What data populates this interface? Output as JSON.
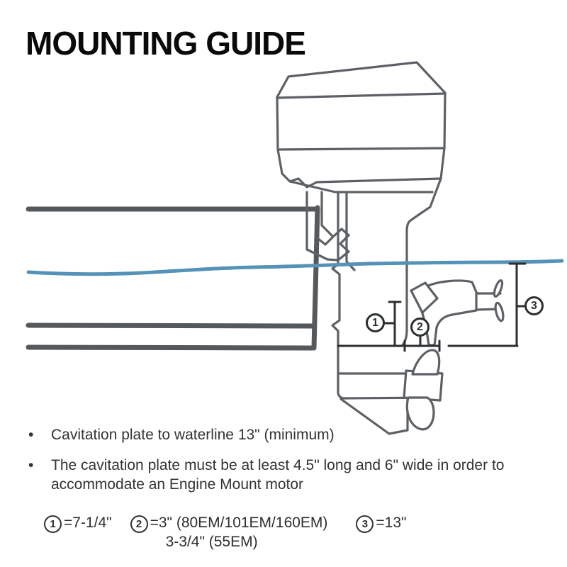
{
  "title": "MOUNTING GUIDE",
  "colors": {
    "line_art": "#5d6165",
    "hull": "#56595c",
    "waterline": "#5592b8",
    "callout": "#2c2f31",
    "title": "#0a0a0a",
    "body_text": "#333333"
  },
  "diagram": {
    "description_parts": [
      "boat-transom-hull",
      "outboard-motor",
      "waterline",
      "engine-mount-motor",
      "propeller"
    ],
    "callouts": [
      {
        "num": "1"
      },
      {
        "num": "2"
      },
      {
        "num": "3"
      }
    ]
  },
  "notes": {
    "bullet": "•",
    "items": [
      {
        "text": "Cavitation plate to waterline 13\" (minimum)"
      },
      {
        "text": "The cavitation plate must be at least 4.5\" long and 6\" wide in order to accommodate an Engine Mount motor"
      }
    ]
  },
  "legend": {
    "items": [
      {
        "num": "1",
        "value": "=7-1/4\"",
        "value2": ""
      },
      {
        "num": "2",
        "value": "=3\" (80EM/101EM/160EM)",
        "value2": "3-3/4\" (55EM)"
      },
      {
        "num": "3",
        "value": "=13\"",
        "value2": ""
      }
    ]
  }
}
